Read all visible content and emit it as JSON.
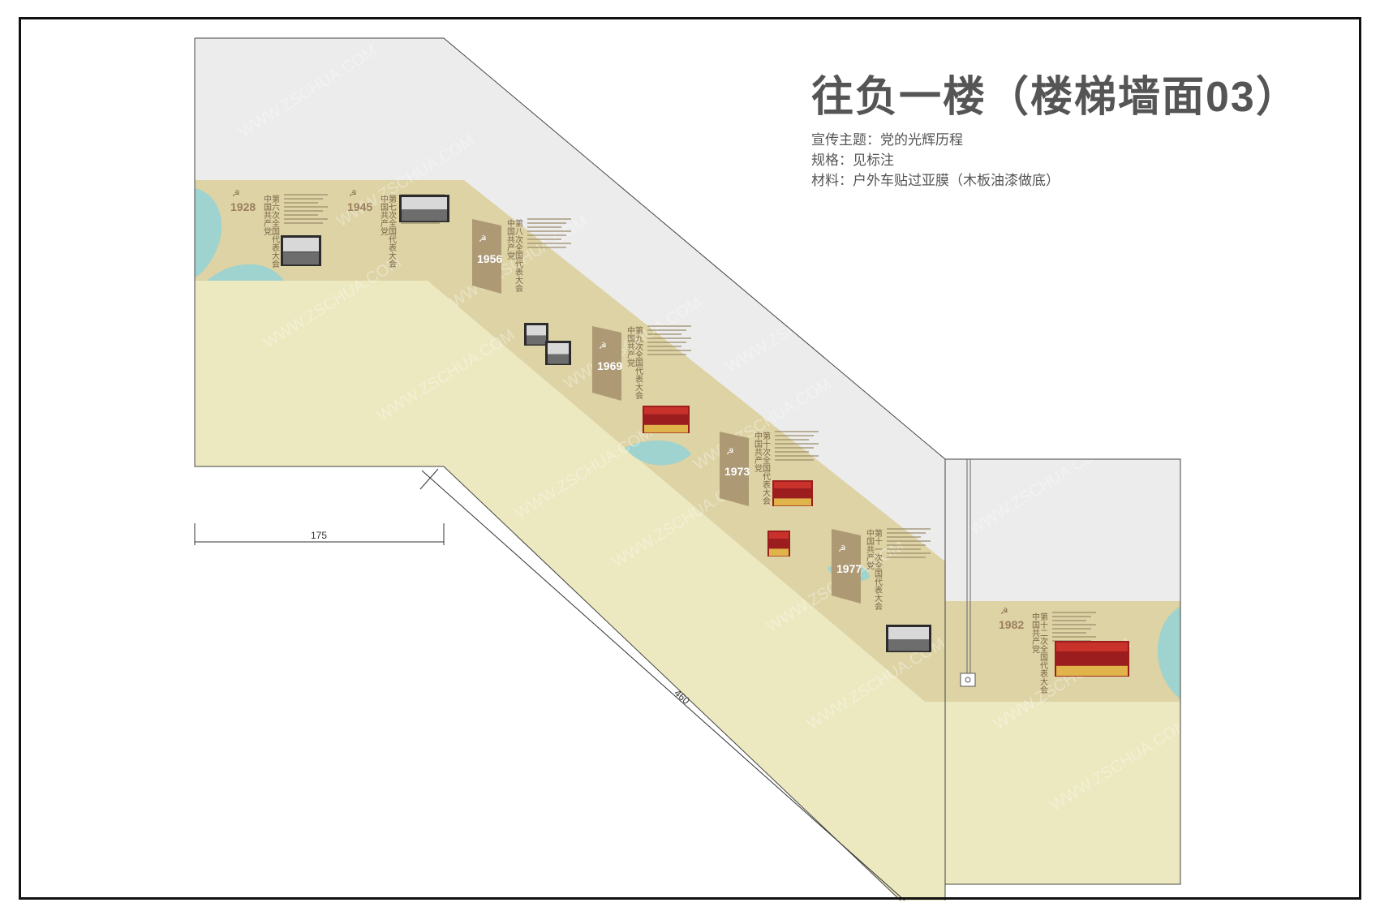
{
  "title": "往负一楼（楼梯墙面03）",
  "specs": [
    "宣传主题：党的光辉历程",
    "规格：见标注",
    "材料：户外车贴过亚膜（木板油漆做底）"
  ],
  "dimensions": {
    "horizontal": "175",
    "diagonal": "460"
  },
  "watermark": "WWW.ZSCHUA.COM",
  "colors": {
    "wall_top": "#ececec",
    "band": "#ddd3a5",
    "wall_lower": "#ece8bf",
    "accent_brown": "#ad9a74",
    "teal": "#9fd3cf",
    "line": "#333333"
  },
  "party_label": "中国共产党",
  "timeline": [
    {
      "year": "1928",
      "congress": "第六次全国代表大会"
    },
    {
      "year": "1945",
      "congress": "第七次全国代表大会"
    },
    {
      "year": "1956",
      "congress": "第八次全国代表大会"
    },
    {
      "year": "1969",
      "congress": "第九次全国代表大会"
    },
    {
      "year": "1973",
      "congress": "第十次全国代表大会"
    },
    {
      "year": "1977",
      "congress": "第十一次全国代表大会"
    },
    {
      "year": "1982",
      "congress": "第十二次全国代表大会"
    }
  ]
}
